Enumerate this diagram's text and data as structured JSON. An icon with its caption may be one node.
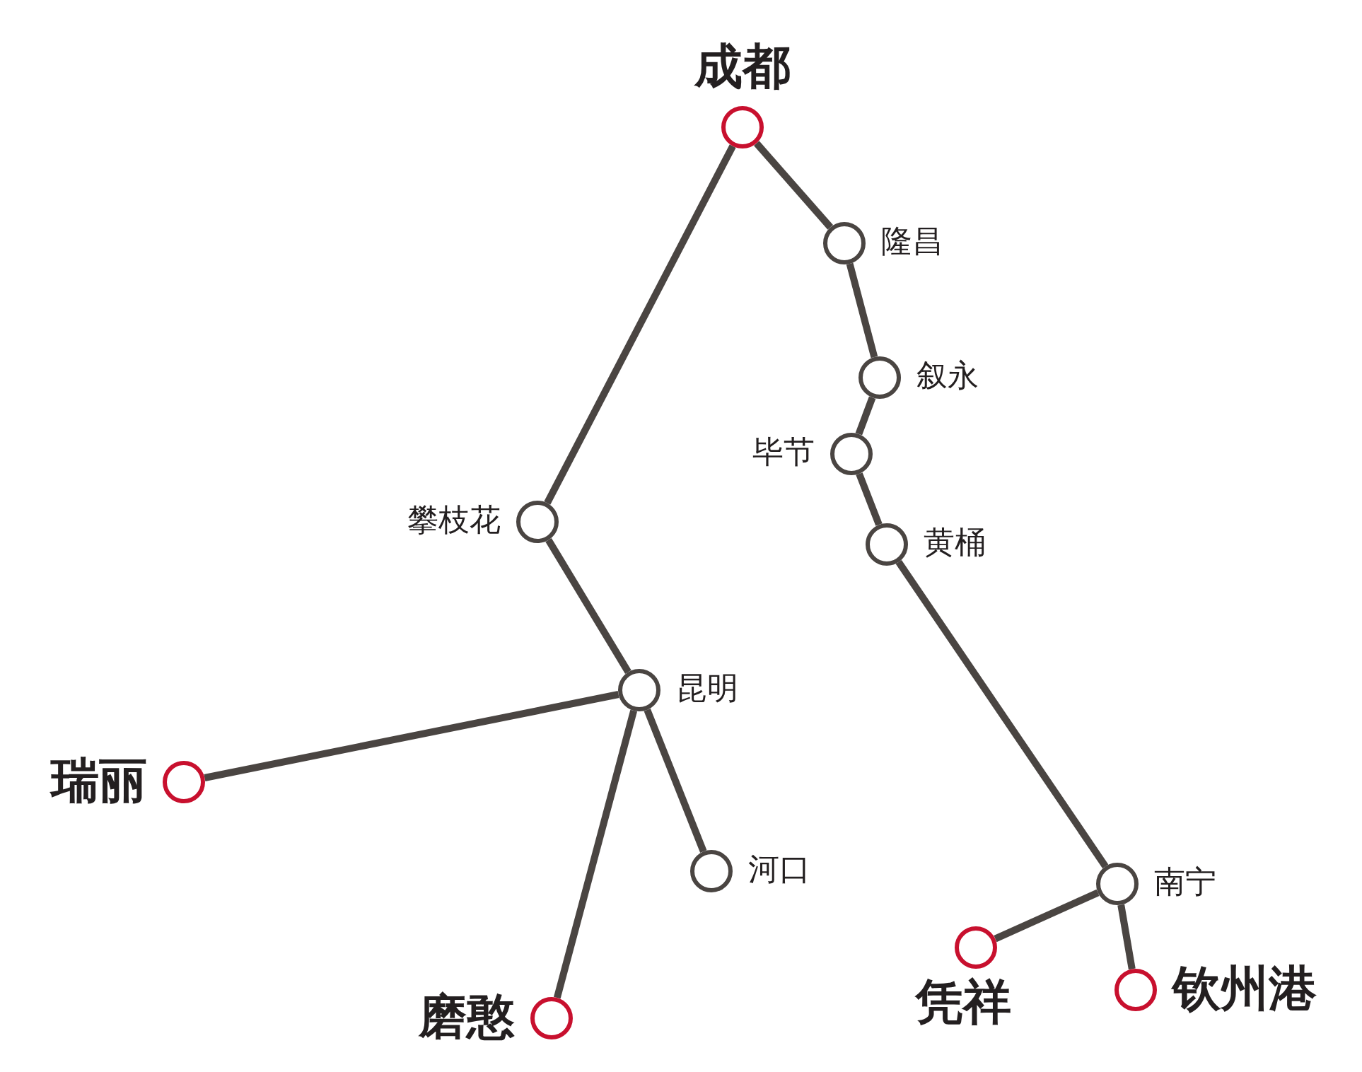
{
  "diagram": {
    "nodes": [
      {
        "text": [],
        "shape": "circle",
        "beside": [
          "成都"
        ]
      },
      {
        "text": [],
        "shape": "circle",
        "beside": [
          "隆昌"
        ]
      },
      {
        "text": [],
        "shape": "circle",
        "beside": [
          "叙永"
        ]
      },
      {
        "text": [],
        "shape": "circle",
        "beside": [
          "毕节"
        ]
      },
      {
        "text": [],
        "shape": "circle",
        "beside": [
          "攀枝花"
        ]
      },
      {
        "text": [],
        "shape": "circle",
        "beside": [
          "黄桶"
        ]
      },
      {
        "text": [],
        "shape": "circle",
        "beside": [
          "昆明"
        ]
      },
      {
        "text": [],
        "shape": "circle",
        "beside": [
          "瑞丽"
        ]
      },
      {
        "text": [],
        "shape": "circle",
        "beside": [
          "河口"
        ]
      },
      {
        "text": [],
        "shape": "circle",
        "beside": [
          "南宁"
        ]
      },
      {
        "text": [],
        "shape": "circle",
        "beside": [
          "凭祥"
        ]
      },
      {
        "text": [],
        "shape": "circle",
        "beside": [
          "钦州港"
        ]
      },
      {
        "text": [],
        "shape": "circle",
        "beside": [
          "磨憨"
        ]
      }
    ],
    "edges": [
      {
        "from": 0,
        "to": 4,
        "arrow": "none"
      },
      {
        "from": 4,
        "to": 6,
        "arrow": "none"
      },
      {
        "from": 6,
        "to": 7,
        "arrow": "none"
      },
      {
        "from": 6,
        "to": 12,
        "arrow": "none"
      },
      {
        "from": 6,
        "to": 8,
        "arrow": "none"
      },
      {
        "from": 0,
        "to": 1,
        "arrow": "none"
      },
      {
        "from": 1,
        "to": 2,
        "arrow": "none"
      },
      {
        "from": 2,
        "to": 3,
        "arrow": "none"
      },
      {
        "from": 3,
        "to": 5,
        "arrow": "none"
      },
      {
        "from": 5,
        "to": 9,
        "arrow": "none"
      },
      {
        "from": 9,
        "to": 10,
        "arrow": "none"
      },
      {
        "from": 9,
        "to": 11,
        "arrow": "none"
      }
    ]
  }
}
